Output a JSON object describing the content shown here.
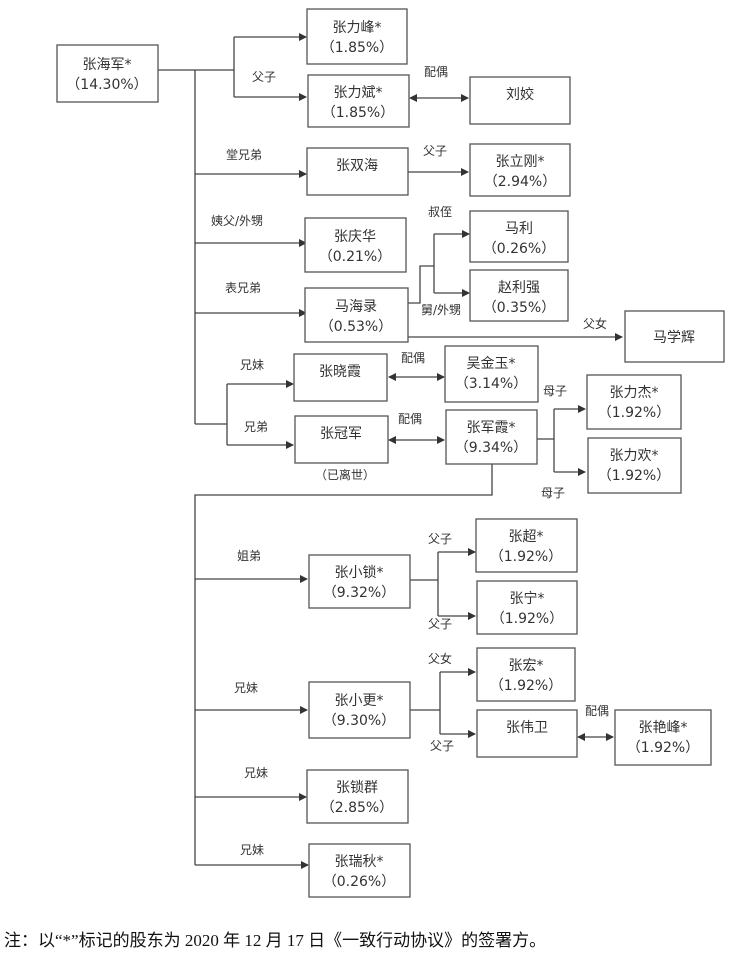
{
  "nodes": {
    "zhang_haijun": {
      "name": "张海军*",
      "share": "（14.30%）"
    },
    "zhang_lifeng": {
      "name": "张力峰*",
      "share": "（1.85%）"
    },
    "zhang_libin": {
      "name": "张力斌*",
      "share": "（1.85%）"
    },
    "liu_jiao": {
      "name": "刘姣",
      "share": ""
    },
    "zhang_shuanghai": {
      "name": "张双海",
      "share": ""
    },
    "zhang_ligang": {
      "name": "张立刚*",
      "share": "（2.94%）"
    },
    "zhang_qinghua": {
      "name": "张庆华",
      "share": "（0.21%）"
    },
    "ma_li": {
      "name": "马利",
      "share": "（0.26%）"
    },
    "zhao_liqiang": {
      "name": "赵利强",
      "share": "（0.35%）"
    },
    "ma_hailu": {
      "name": "马海录",
      "share": "（0.53%）"
    },
    "ma_xuehui": {
      "name": "马学辉",
      "share": ""
    },
    "zhang_xiaoxia": {
      "name": "张晓霞",
      "share": ""
    },
    "wu_jinyu": {
      "name": "吴金玉*",
      "share": "（3.14%）"
    },
    "zhang_guanjun": {
      "name": "张冠军",
      "share": ""
    },
    "zhang_junxia": {
      "name": "张军霞*",
      "share": "（9.34%）"
    },
    "zhang_lijie": {
      "name": "张力杰*",
      "share": "（1.92%）"
    },
    "zhang_lihuan": {
      "name": "张力欢*",
      "share": "（1.92%）"
    },
    "zhang_xiaosuo": {
      "name": "张小锁*",
      "share": "（9.32%）"
    },
    "zhang_chao": {
      "name": "张超*",
      "share": "（1.92%）"
    },
    "zhang_ning": {
      "name": "张宁*",
      "share": "（1.92%）"
    },
    "zhang_xiaogeng": {
      "name": "张小更*",
      "share": "（9.30%）"
    },
    "zhang_hong": {
      "name": "张宏*",
      "share": "（1.92%）"
    },
    "zhang_weiwei": {
      "name": "张伟卫",
      "share": ""
    },
    "zhang_yanfeng": {
      "name": "张艳峰*",
      "share": "（1.92%）"
    },
    "zhang_suoqun": {
      "name": "张锁群",
      "share": "（2.85%）"
    },
    "zhang_ruiqiu": {
      "name": "张瑞秋*",
      "share": "（0.26%）"
    }
  },
  "labels": {
    "father_son_1": "父子",
    "spouse_1": "配偶",
    "cousin_1": "堂兄弟",
    "father_son_2": "父子",
    "uncle_nephew_in_law": "姨父/外甥",
    "uncle_nephew": "叔侄",
    "maternal_uncle_nephew": "舅/外甥",
    "cousin_2": "表兄弟",
    "father_daughter_1": "父女",
    "brother_sister_1": "兄妹",
    "spouse_2": "配偶",
    "brothers": "兄弟",
    "spouse_3": "配偶",
    "mother_son_1": "母子",
    "mother_son_2": "母子",
    "deceased": "（已离世）",
    "sister_brother": "姐弟",
    "father_son_3": "父子",
    "father_son_4": "父子",
    "brother_sister_2": "兄妹",
    "father_daughter_2": "父女",
    "father_son_5": "父子",
    "spouse_4": "配偶",
    "brother_sister_3": "兄妹",
    "brother_sister_4": "兄妹"
  },
  "footnote": "注：以“*”标记的股东为 2020 年 12 月 17 日《一致行动协议》的签署方。"
}
